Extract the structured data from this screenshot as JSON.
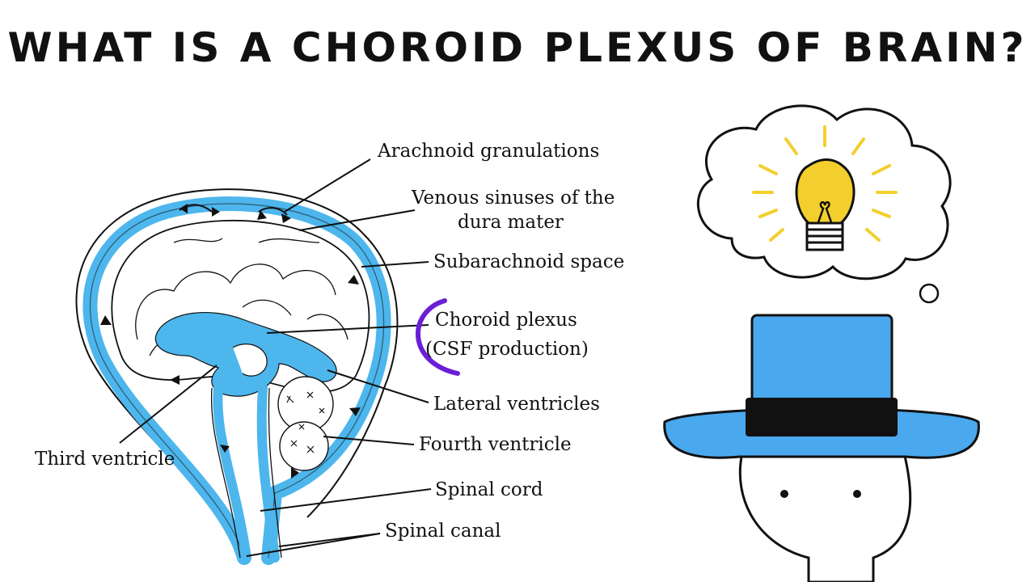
{
  "title": "WHAT IS A CHOROID PLEXUS OF BRAIN?",
  "labels": {
    "arachnoid_granulations": "Arachnoid granulations",
    "venous_sinuses_line1": "Venous sinuses of the",
    "venous_sinuses_line2": "dura mater",
    "subarachnoid_space": "Subarachnoid space",
    "choroid_plexus_line1": "Choroid plexus",
    "choroid_plexus_line2": "(CSF production)",
    "lateral_ventricles": "Lateral ventricles",
    "third_ventricle": "Third ventricle",
    "fourth_ventricle": "Fourth ventricle",
    "spinal_cord": "Spinal cord",
    "spinal_canal": "Spinal canal"
  },
  "colors": {
    "csf_blue": "#4db6ec",
    "hat_blue": "#4aa8ee",
    "bulb_yellow": "#f3cf2e",
    "highlight_purple": "#6a1fd6",
    "ink": "#111111"
  },
  "icons": [
    "thought-bubble-icon",
    "light-bulb-icon",
    "top-hat-icon",
    "face-icon"
  ]
}
